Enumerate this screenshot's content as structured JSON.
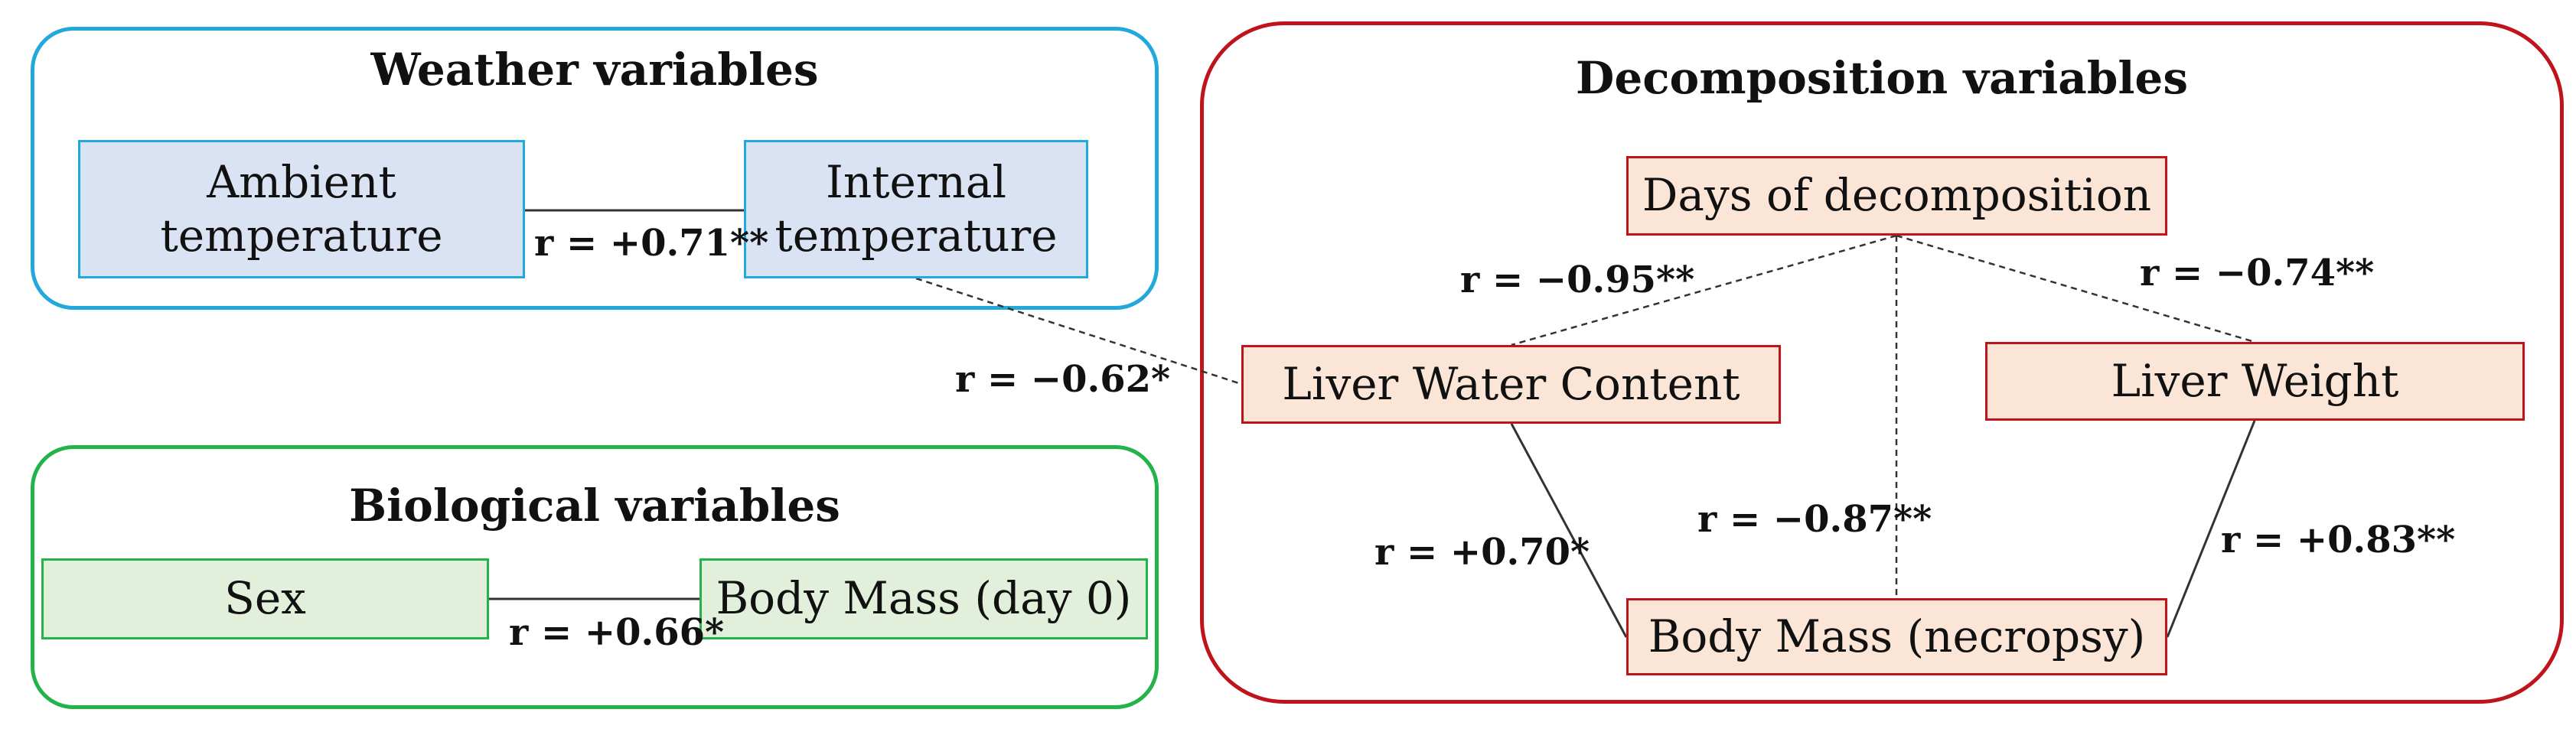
{
  "groups": {
    "weather": {
      "title": "Weather variables",
      "border_color": "#22a8db"
    },
    "biological": {
      "title": "Biological variables",
      "border_color": "#23b34a"
    },
    "decomposition": {
      "title": "Decomposition variables",
      "border_color": "#c0141c"
    }
  },
  "nodes": {
    "ambient_temperature": "Ambient temperature",
    "internal_temperature": "Internal temperature",
    "sex": "Sex",
    "body_mass_day0": "Body Mass (day 0)",
    "days_of_decomposition": "Days of decomposition",
    "liver_water_content": "Liver Water Content",
    "liver_weight": "Liver Weight",
    "body_mass_necropsy": "Body Mass (necropsy)"
  },
  "node_fill_colors": {
    "weather": "#dae3f3",
    "biological": "#e2efda",
    "decomposition": "#fbe5d6"
  },
  "correlations": {
    "ambient_internal": "r = +0.71**",
    "internal_lwc": "r = −0.62*",
    "sex_bodymass": "r = +0.66*",
    "days_lwc": "r = −0.95**",
    "days_lw": "r = −0.74**",
    "days_bmn": "r = −0.87**",
    "lwc_bmn": "r = +0.70*",
    "lw_bmn": "r = +0.83**"
  },
  "link_styles": {
    "solid": "solid",
    "dashed": "dashed"
  }
}
